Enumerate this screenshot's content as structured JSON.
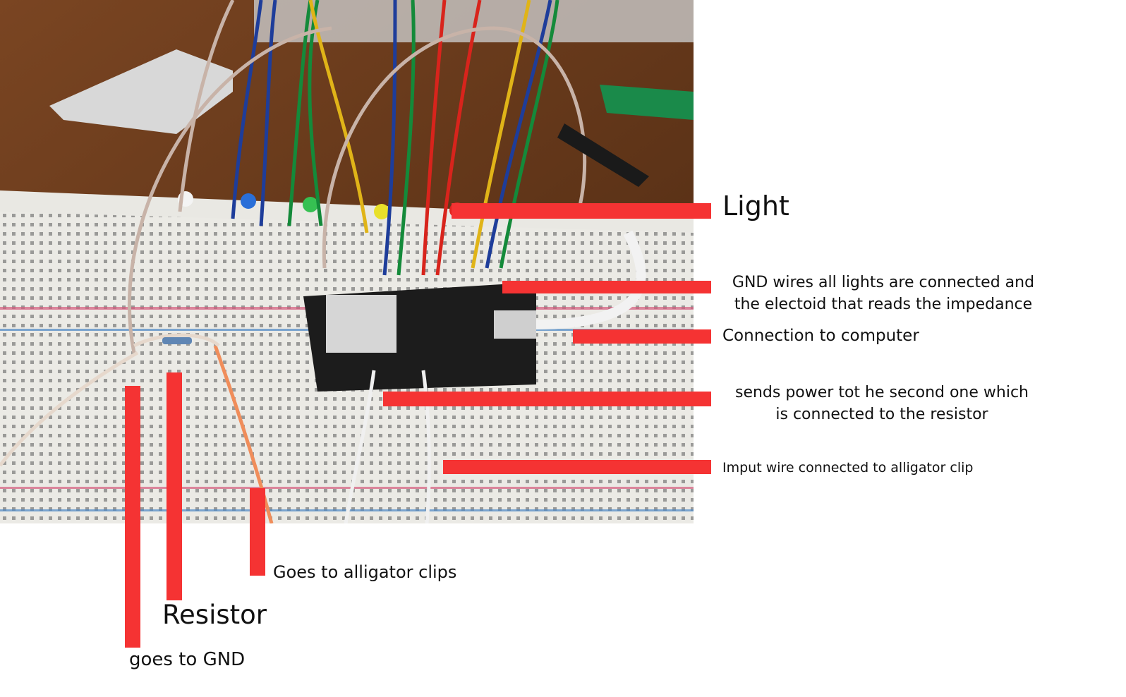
{
  "colors": {
    "callout_bar": "#f53333",
    "text": "#111111",
    "background": "#ffffff",
    "table_wood": "#6b3b1c",
    "breadboard": "#ecebe6",
    "board_pcb": "#1c1c1c"
  },
  "photo": {
    "subject": "breadboard-with-esp32-leds-and-wires"
  },
  "labels": {
    "light": "Light",
    "gnd_line1": "GND wires all lights are connected and",
    "gnd_line2": "the electoid that reads the impedance",
    "connection": "Connection to computer",
    "power_line1": "sends power tot he second one which",
    "power_line2": "is connected to the resistor",
    "input": "Imput wire connected to alligator clip",
    "alligator": "Goes to alligator clips",
    "resistor": "Resistor",
    "gnd": "goes to GND"
  }
}
